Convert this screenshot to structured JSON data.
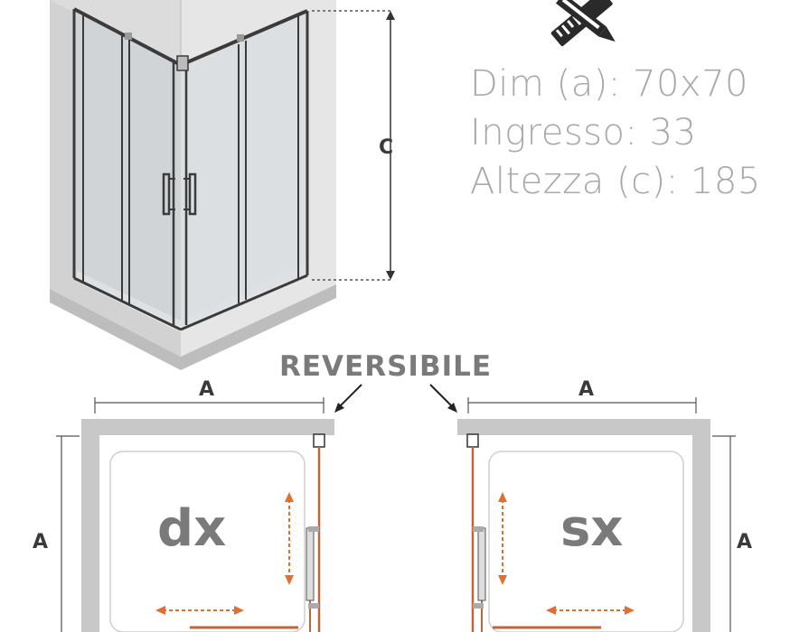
{
  "specs": {
    "dimension": "Dim (a): 70x70",
    "entrance": "Ingresso: 33",
    "height": "Altezza (c): 185"
  },
  "labels": {
    "height_dim": "C",
    "reversible": "REVERSIBILE",
    "width_left": "A",
    "depth_left": "A",
    "width_right": "A",
    "depth_right": "A",
    "right_variant": "dx",
    "left_variant": "sx"
  },
  "icons": {
    "tools": "pencil-ruler-icon"
  },
  "colors": {
    "wall": "#c8c8c8",
    "glass_line": "#c0663a",
    "text_gray": "#a9a9a9",
    "dark": "#2f2f2f"
  }
}
